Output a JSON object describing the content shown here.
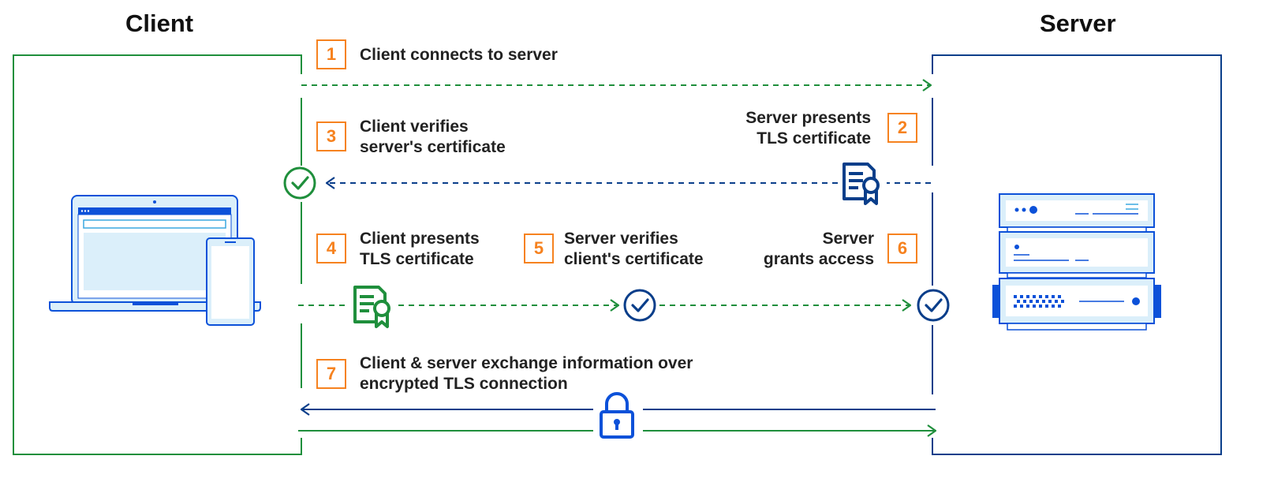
{
  "headers": {
    "client": "Client",
    "server": "Server"
  },
  "steps": [
    {
      "num": "1",
      "line1": "Client connects to server",
      "line2": ""
    },
    {
      "num": "2",
      "line1": "Server presents",
      "line2": "TLS certificate"
    },
    {
      "num": "3",
      "line1": "Client verifies",
      "line2": "server's certificate"
    },
    {
      "num": "4",
      "line1": "Client presents",
      "line2": "TLS certificate"
    },
    {
      "num": "5",
      "line1": "Server verifies",
      "line2": "client's certificate"
    },
    {
      "num": "6",
      "line1": "Server",
      "line2": "grants access"
    },
    {
      "num": "7",
      "line1": "Client & server exchange information over",
      "line2": "encrypted TLS connection"
    }
  ],
  "colors": {
    "green": "#1f8f3c",
    "blue": "#0a3e8a",
    "bright_blue": "#0c51d9",
    "orange": "#f6821f",
    "light_blue": "#dbeffa"
  }
}
